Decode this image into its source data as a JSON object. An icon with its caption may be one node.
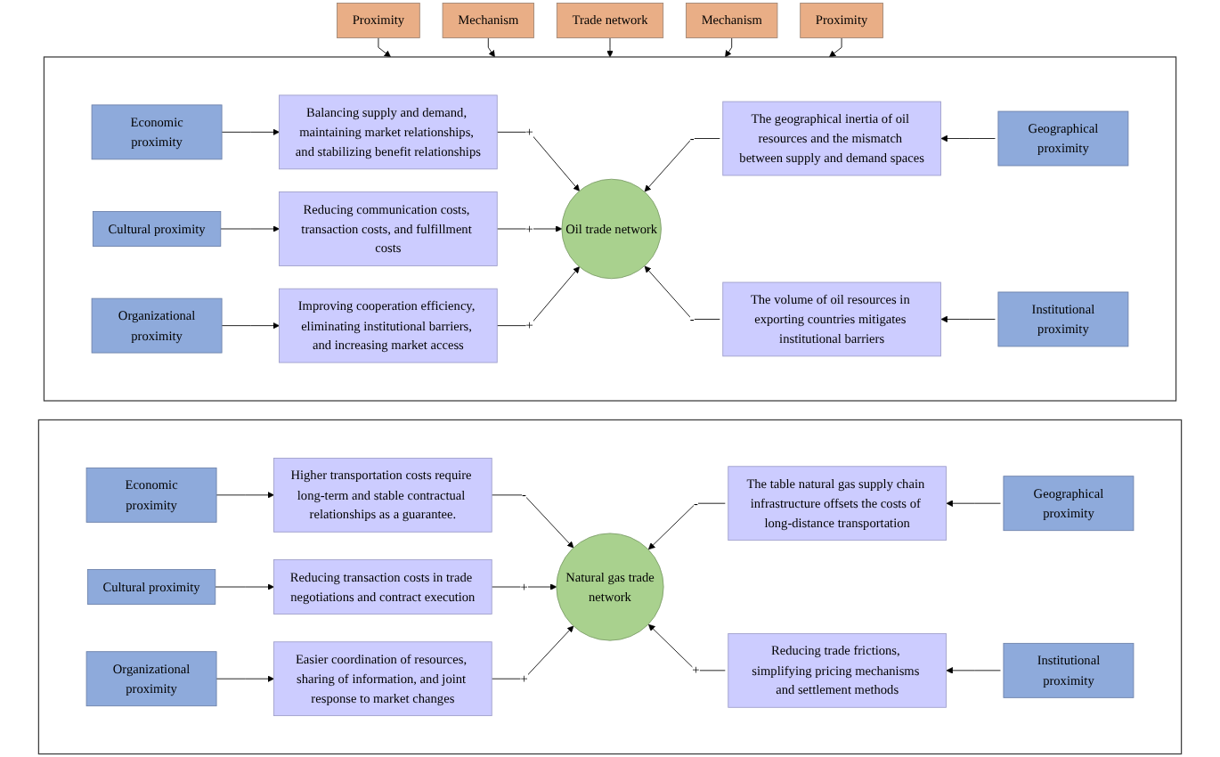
{
  "diagram": {
    "nodes": [
      {
        "text": [
          "Proximity"
        ]
      },
      {
        "text": [
          "Mechanism"
        ]
      },
      {
        "text": [
          "Trade network"
        ]
      },
      {
        "text": [
          "Mechanism"
        ]
      },
      {
        "text": [
          "Proximity"
        ]
      },
      {
        "text": [],
        "shape": "box"
      },
      {
        "text": [
          "Economic proximity"
        ],
        "in": 5
      },
      {
        "text": [
          "Balancing supply and demand, maintaining market relationships, and stabilizing benefit relationships"
        ],
        "in": 5
      },
      {
        "text": [
          "The geographical inertia of oil resources and the mismatch between supply and demand spaces"
        ],
        "in": 5
      },
      {
        "text": [
          "Geographical proximity"
        ],
        "in": 5
      },
      {
        "text": [
          "Cultural proximity"
        ],
        "in": 5
      },
      {
        "text": [
          "Reducing communication costs, transaction costs, and fulfillment costs"
        ],
        "in": 5
      },
      {
        "text": [
          "Oil trade network"
        ],
        "in": 5
      },
      {
        "text": [
          "Organizational proximity"
        ],
        "in": 5
      },
      {
        "text": [
          "Improving cooperation efficiency, eliminating institutional barriers, and increasing market access"
        ],
        "in": 5
      },
      {
        "text": [
          "The volume of oil resources in exporting countries mitigates institutional barriers"
        ],
        "in": 5
      },
      {
        "text": [
          "Institutional proximity"
        ],
        "in": 5
      },
      {
        "text": [],
        "shape": "box"
      },
      {
        "text": [
          "Economic proximity"
        ],
        "in": 17
      },
      {
        "text": [
          "Higher transportation costs require long-term and stable contractual relationships as a guarantee."
        ],
        "in": 17
      },
      {
        "text": [
          "The table natural gas supply chain infrastructure offsets the costs of long-distance transportation"
        ],
        "in": 17
      },
      {
        "text": [
          "Geographical proximity"
        ],
        "in": 17
      },
      {
        "text": [
          "Cultural proximity"
        ],
        "in": 17
      },
      {
        "text": [
          "Reducing transaction costs in trade negotiations and contract execution"
        ],
        "in": 17
      },
      {
        "text": [
          "Natural gas trade network"
        ],
        "in": 17
      },
      {
        "text": [
          "Organizational proximity"
        ],
        "in": 17
      },
      {
        "text": [
          "Easier coordination of resources, sharing of information, and joint response to market changes"
        ],
        "in": 17
      },
      {
        "text": [
          "Reducing trade frictions, simplifying pricing mechanisms and settlement methods"
        ],
        "in": 17
      },
      {
        "text": [
          "Institutional proximity"
        ],
        "in": 17
      }
    ],
    "edges": [
      {
        "from": 0,
        "to": 5,
        "arrow": "to"
      },
      {
        "from": 1,
        "to": 5,
        "arrow": "to"
      },
      {
        "from": 2,
        "to": 5,
        "arrow": "to"
      },
      {
        "from": 3,
        "to": 5,
        "arrow": "to"
      },
      {
        "from": 4,
        "to": 5,
        "arrow": "to"
      },
      {
        "from": 6,
        "to": 7,
        "arrow": "to"
      },
      {
        "from": 7,
        "to": 12,
        "arrow": "to",
        "label": "+"
      },
      {
        "from": 9,
        "to": 8,
        "arrow": "to"
      },
      {
        "from": 8,
        "to": 12,
        "arrow": "to",
        "label": "-"
      },
      {
        "from": 10,
        "to": 11,
        "arrow": "to"
      },
      {
        "from": 11,
        "to": 12,
        "arrow": "to",
        "label": "+"
      },
      {
        "from": 13,
        "to": 14,
        "arrow": "to"
      },
      {
        "from": 14,
        "to": 12,
        "arrow": "to",
        "label": "+"
      },
      {
        "from": 16,
        "to": 15,
        "arrow": "to"
      },
      {
        "from": 15,
        "to": 12,
        "arrow": "to",
        "label": "-"
      },
      {
        "from": 18,
        "to": 19,
        "arrow": "to"
      },
      {
        "from": 19,
        "to": 24,
        "arrow": "to",
        "label": "-"
      },
      {
        "from": 21,
        "to": 20,
        "arrow": "to"
      },
      {
        "from": 20,
        "to": 24,
        "arrow": "to",
        "label": "-"
      },
      {
        "from": 22,
        "to": 23,
        "arrow": "to"
      },
      {
        "from": 23,
        "to": 24,
        "arrow": "to",
        "label": "+"
      },
      {
        "from": 25,
        "to": 26,
        "arrow": "to"
      },
      {
        "from": 26,
        "to": 24,
        "arrow": "to",
        "label": "+"
      },
      {
        "from": 28,
        "to": 27,
        "arrow": "to"
      },
      {
        "from": 27,
        "to": 24,
        "arrow": "to",
        "label": "+"
      }
    ]
  }
}
